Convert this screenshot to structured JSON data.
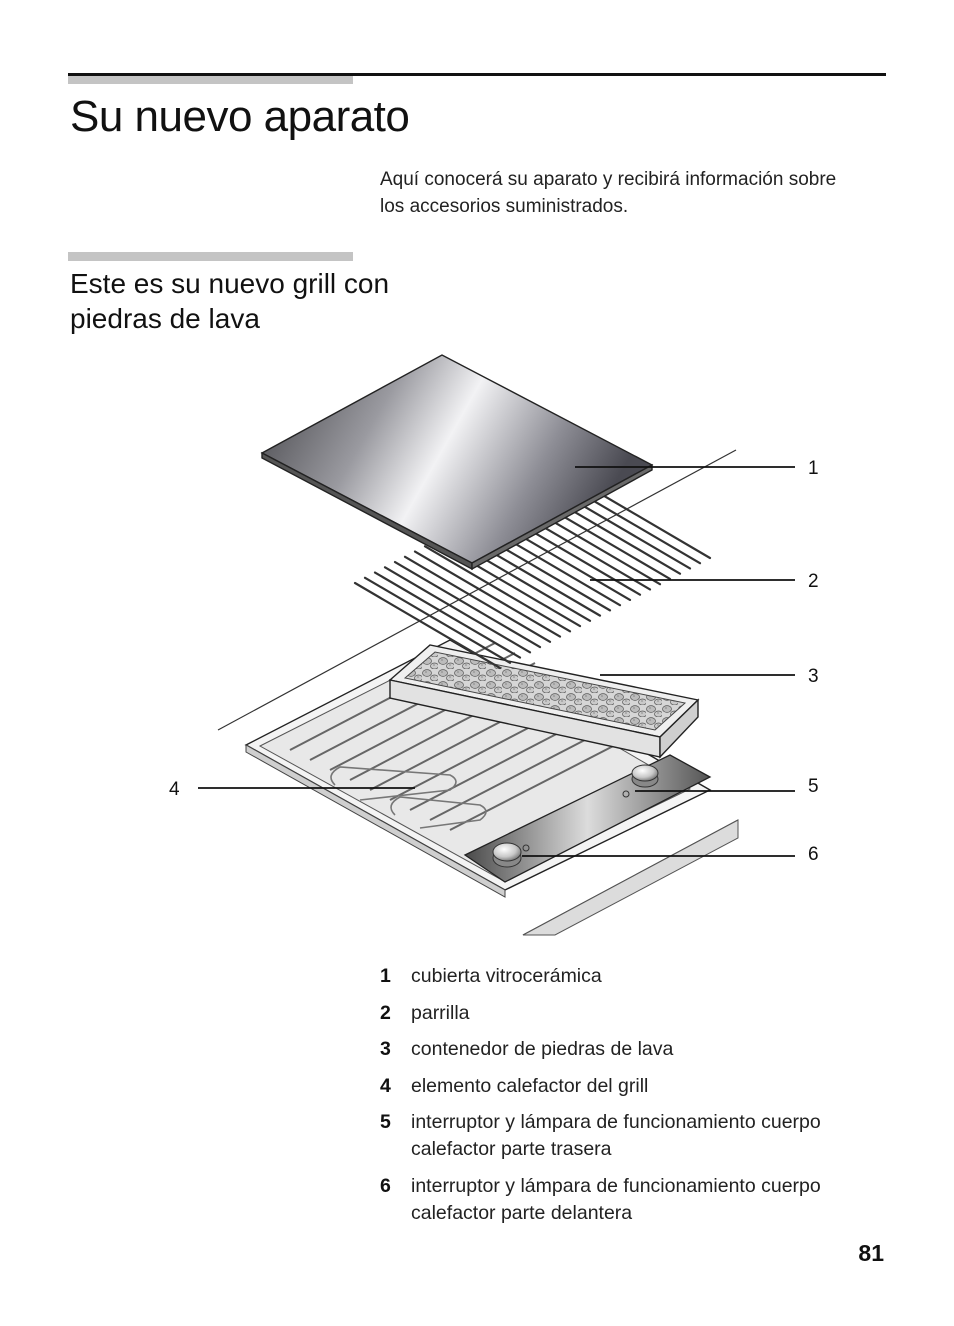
{
  "page_title": "Su nuevo aparato",
  "intro_text": "Aquí conocerá su aparato y recibirá información sobre los accesorios suministrados.",
  "section_heading": "Este es su nuevo grill con piedras de lava",
  "figure": {
    "callouts": [
      "1",
      "2",
      "3",
      "4",
      "5",
      "6"
    ]
  },
  "legend": [
    {
      "num": "1",
      "text": "cubierta vitrocerámica"
    },
    {
      "num": "2",
      "text": "parrilla"
    },
    {
      "num": "3",
      "text": "contenedor de piedras de lava"
    },
    {
      "num": "4",
      "text": "elemento calefactor del grill"
    },
    {
      "num": "5",
      "text": "interruptor y lámpara de funcionamiento cuerpo calefactor parte trasera"
    },
    {
      "num": "6",
      "text": "interruptor y lámpara de funcionamiento cuerpo calefactor parte delantera"
    }
  ],
  "page_number": "81"
}
